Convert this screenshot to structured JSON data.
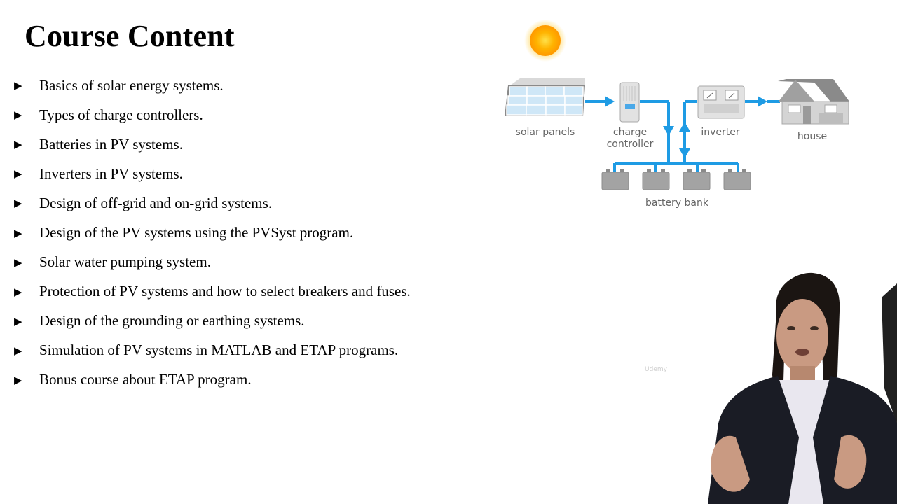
{
  "title": "Course Content",
  "bullets": [
    "Basics of solar energy systems.",
    "Types of charge controllers.",
    "Batteries in PV systems.",
    "Inverters in PV systems.",
    "Design of off-grid and on-grid systems.",
    "Design of the PV systems using the PVSyst program.",
    "Solar water pumping system.",
    "Protection of PV systems and how to select breakers and fuses.",
    "Design of the grounding or earthing systems.",
    "Simulation of PV systems in MATLAB and ETAP programs.",
    "Bonus course about ETAP program."
  ],
  "bullet_marker": "▶",
  "diagram": {
    "labels": {
      "solar_panels": "solar panels",
      "charge": "charge",
      "controller": "controller",
      "inverter": "inverter",
      "house": "house",
      "battery_bank": "battery bank"
    },
    "colors": {
      "wire": "#1e9be4",
      "sun": "#ffb300",
      "equipment": "#9a9a9a",
      "panel": "#cfe7f7"
    }
  },
  "watermark": "Udemy"
}
